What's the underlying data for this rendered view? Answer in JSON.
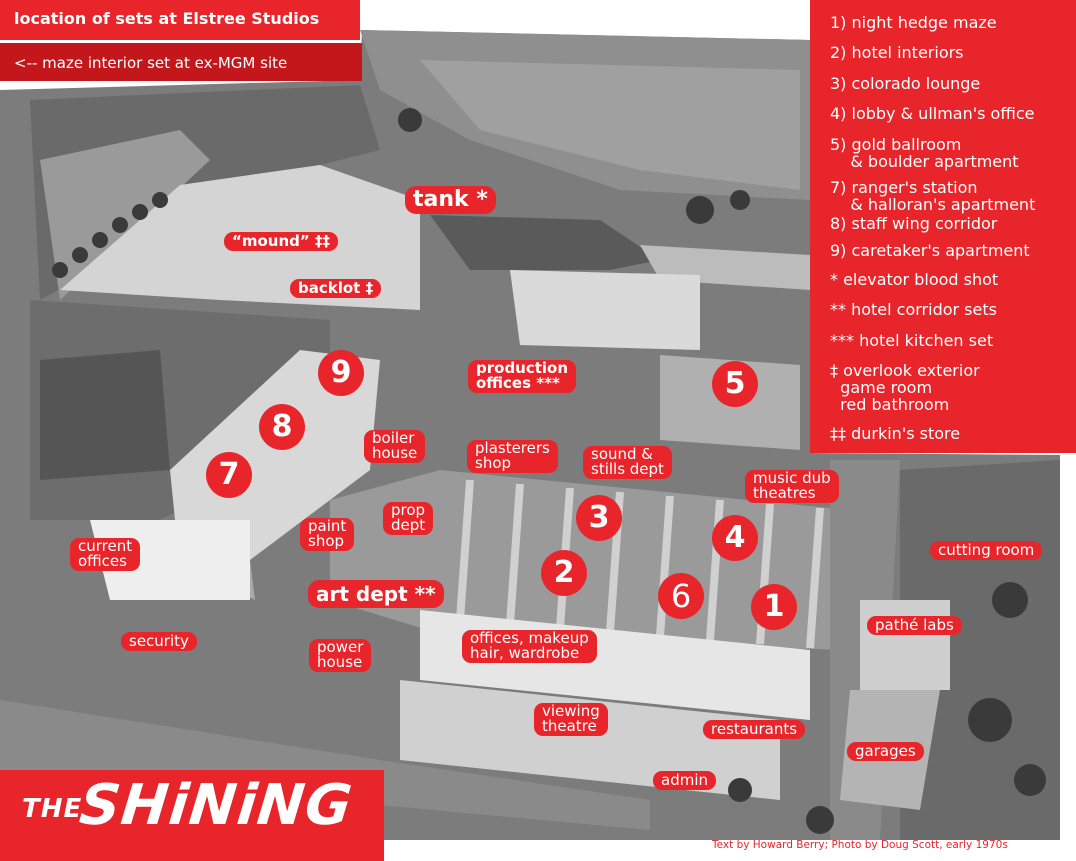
{
  "header": {
    "title": "location of sets at Elstree Studios",
    "maze_note": "<-- maze interior set at ex-MGM site"
  },
  "legend": {
    "items": [
      "1) night hedge maze",
      "2) hotel interiors",
      "3) colorado lounge",
      "4) lobby & ullman's office",
      "5) gold ballroom\n    & boulder apartment",
      "7) ranger's station\n    & halloran's apartment",
      "8) staff wing corridor",
      "9) caretaker's apartment",
      "* elevator blood shot",
      "** hotel corridor sets",
      "*** hotel kitchen set",
      "‡ overlook exterior\n  game room\n  red bathroom",
      "‡‡ durkin's store"
    ]
  },
  "map": {
    "labels": {
      "tank": "tank *",
      "mound": "“mound” ‡‡",
      "backlot": "backlot ‡",
      "production_offices": "production\noffices ***",
      "boiler_house": "boiler\nhouse",
      "plasterers_shop": "plasterers\nshop",
      "sound_stills": "sound &\nstills dept",
      "music_dub": "music dub\ntheatres",
      "prop_dept": "prop\ndept",
      "paint_shop": "paint\nshop",
      "current_offices": "current\noffices",
      "cutting_room": "cutting room",
      "art_dept": "art dept **",
      "pathe_labs": "pathé labs",
      "security": "security",
      "power_house": "power\nhouse",
      "offices_makeup": "offices, makeup\nhair, wardrobe",
      "viewing_theatre": "viewing\ntheatre",
      "restaurants": "restaurants",
      "garages": "garages",
      "admin": "admin"
    },
    "numbers": {
      "n9": "9",
      "n8": "8",
      "n7": "7",
      "n5": "5",
      "n3": "3",
      "n4": "4",
      "n2": "2",
      "n6": "6",
      "n1": "1"
    }
  },
  "logo": {
    "the": "THE",
    "shining": "SHiNiNG"
  },
  "credit": "Text by Howard Berry; Photo by Doug Scott, early 1970s",
  "colors": {
    "accent": "#e8252a",
    "accent_dark": "#c3171c"
  }
}
